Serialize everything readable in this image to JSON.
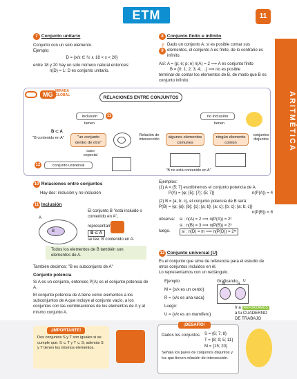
{
  "header": {
    "logo": "ETM",
    "page_number": "11",
    "side_label": "ARITMÉTICA"
  },
  "s7": {
    "num": "7",
    "title": "Conjunto unitario",
    "desc": "Conjunto con un solo elemento.",
    "example_label": "Ejemplo:",
    "formula": "D = {x/x ∈ ℕ ∧ 18 < x < 20}",
    "line1": "entre 18 y 20 hay un solo número natural entonces:",
    "line2": "n(D) = 1:  D es conjunto unitario."
  },
  "s8": {
    "num": "8",
    "title": "Conjunto finito e infinito",
    "num2": "9",
    "y": "y",
    "desc": "Dado un conjunto A; si es posible contar sus elementos, el conjunto A es finito, de lo contrario es infinito.",
    "ex1": "Así:  A = {p; e; p; e} n(A) = 2  ⟹  A es conjunto finito",
    "ex2": "B = {0; 1; 2; 3; 4; ...}  ⟹ no es posible",
    "ex3": "terminar de contar los elementos de B, de modo que B es conjunto infinito."
  },
  "concept": {
    "mg": "MG",
    "mg_tag": "MIRADA GLOBAL",
    "title": "RELACIONES ENTRE CONJUNTOS",
    "inclusion": "inclusión",
    "badge11": "11",
    "tienen1": "tienen",
    "bca": "B ⊂ A",
    "bca_text": "\"B contenido en A\"",
    "dentro": "\"un conjunto dentro de otro\"",
    "caso": "caso especial",
    "universal": "conjunto universal",
    "badge12": "12",
    "relacion": "Relación de intersección",
    "no_inclusion": "no inclusión",
    "tienen2": "tienen",
    "comunes": "algunos elementos comunes",
    "ningun": "ningún elemento común",
    "disjuntos": "conjuntos disjuntos",
    "bnca": "\"B no está contenido en A\""
  },
  "s10": {
    "num": "10",
    "title": "Relaciones entre conjuntos",
    "desc": "Hay dos:  inclusión  y  no inclusión"
  },
  "s11": {
    "num": "11",
    "title": "Inclusión",
    "text1": "El conjunto B \"está incluido o contenido en A\",",
    "text2": "representamos así:",
    "sym": "B ⊂ A",
    "text3": "se lee: B contenido en A.",
    "note": "Todos los elementos de B también son elementos de A.",
    "also": "También decimos: \"B es subconjunto de A\"",
    "power_title": "Conjunto potencia",
    "power1": "Si A es un conjunto, entonces P(A) es el conjunto potencia de A.",
    "power2": "El conjunto potencia de A tiene como elementos a los subconjuntos de A que incluye al conjunto vacío, a los conjuntos con las combinaciones de los elementos de A y al mismo conjunto A.",
    "label_a": "A",
    "label_b": "B"
  },
  "examples": {
    "title": "Ejemplos:",
    "e1": "(1)   A = {5; 7} escribiremos el conjunto potencia de A.",
    "e1a": "P(A) = {φ; {5}; {7}; {5; 7}}",
    "e1b": "n(P(A)) = 4",
    "e2": "(2)   B = {a; b; c}, el conjunto potencia de B será:",
    "e2a": "P(B) = {φ; {a}; {b}; {c}; {a; b}; {a; c}; {b; c}; {a; b; c}}",
    "e2b": "n(P(B)) = 8",
    "obs": "observa:",
    "o1": "si : n(A) = 2  ⟹  n(P(A)) = 2²",
    "o2": "si : n(B) = 3  ⟹  n(P(B)) = 2³",
    "luego": "luego.",
    "o3": "si : n(D) = m  ⟹  n(P(D)) = 2ᵐ"
  },
  "s12": {
    "num": "12",
    "title": "Conjunto universal (U)",
    "desc1": "Es el conjunto que sirve de referencia para el estudio de otros conjuntos incluidos en él.",
    "desc2": "Lo representamos con un rectángulo.",
    "ej": "Ejemplo:",
    "graf": "Graficando:",
    "m": "M = {x/x es un cerdo}",
    "r": "R = {x/x es una vaca}",
    "luego": "Luego:",
    "u": "U = {x/x es un mamífero}",
    "ir": "Ir a",
    "reforzamos": "REFORZAMOS",
    "cuaderno": "a tu CUADERNO DE TRABAJO",
    "label_u": "U",
    "label_m": "M",
    "label_r": "R"
  },
  "important": {
    "title": "¡IMPORTANTE!",
    "text": "Dos conjuntos S y T son iguales si se cumple que:  S ⊂ T  y  T ⊂ S; además S y T tienen los mismos elementos."
  },
  "desafio": {
    "title": "¡DESAFÍO!",
    "given": "Dados los conjuntos",
    "s": "S = {6; 7; 8}",
    "t": "T = {8; 9; 5; 11}",
    "m": "M = {15; 20}",
    "text": "Señala los pares de conjuntos disjuntos y los que tienen relación de intersección."
  }
}
